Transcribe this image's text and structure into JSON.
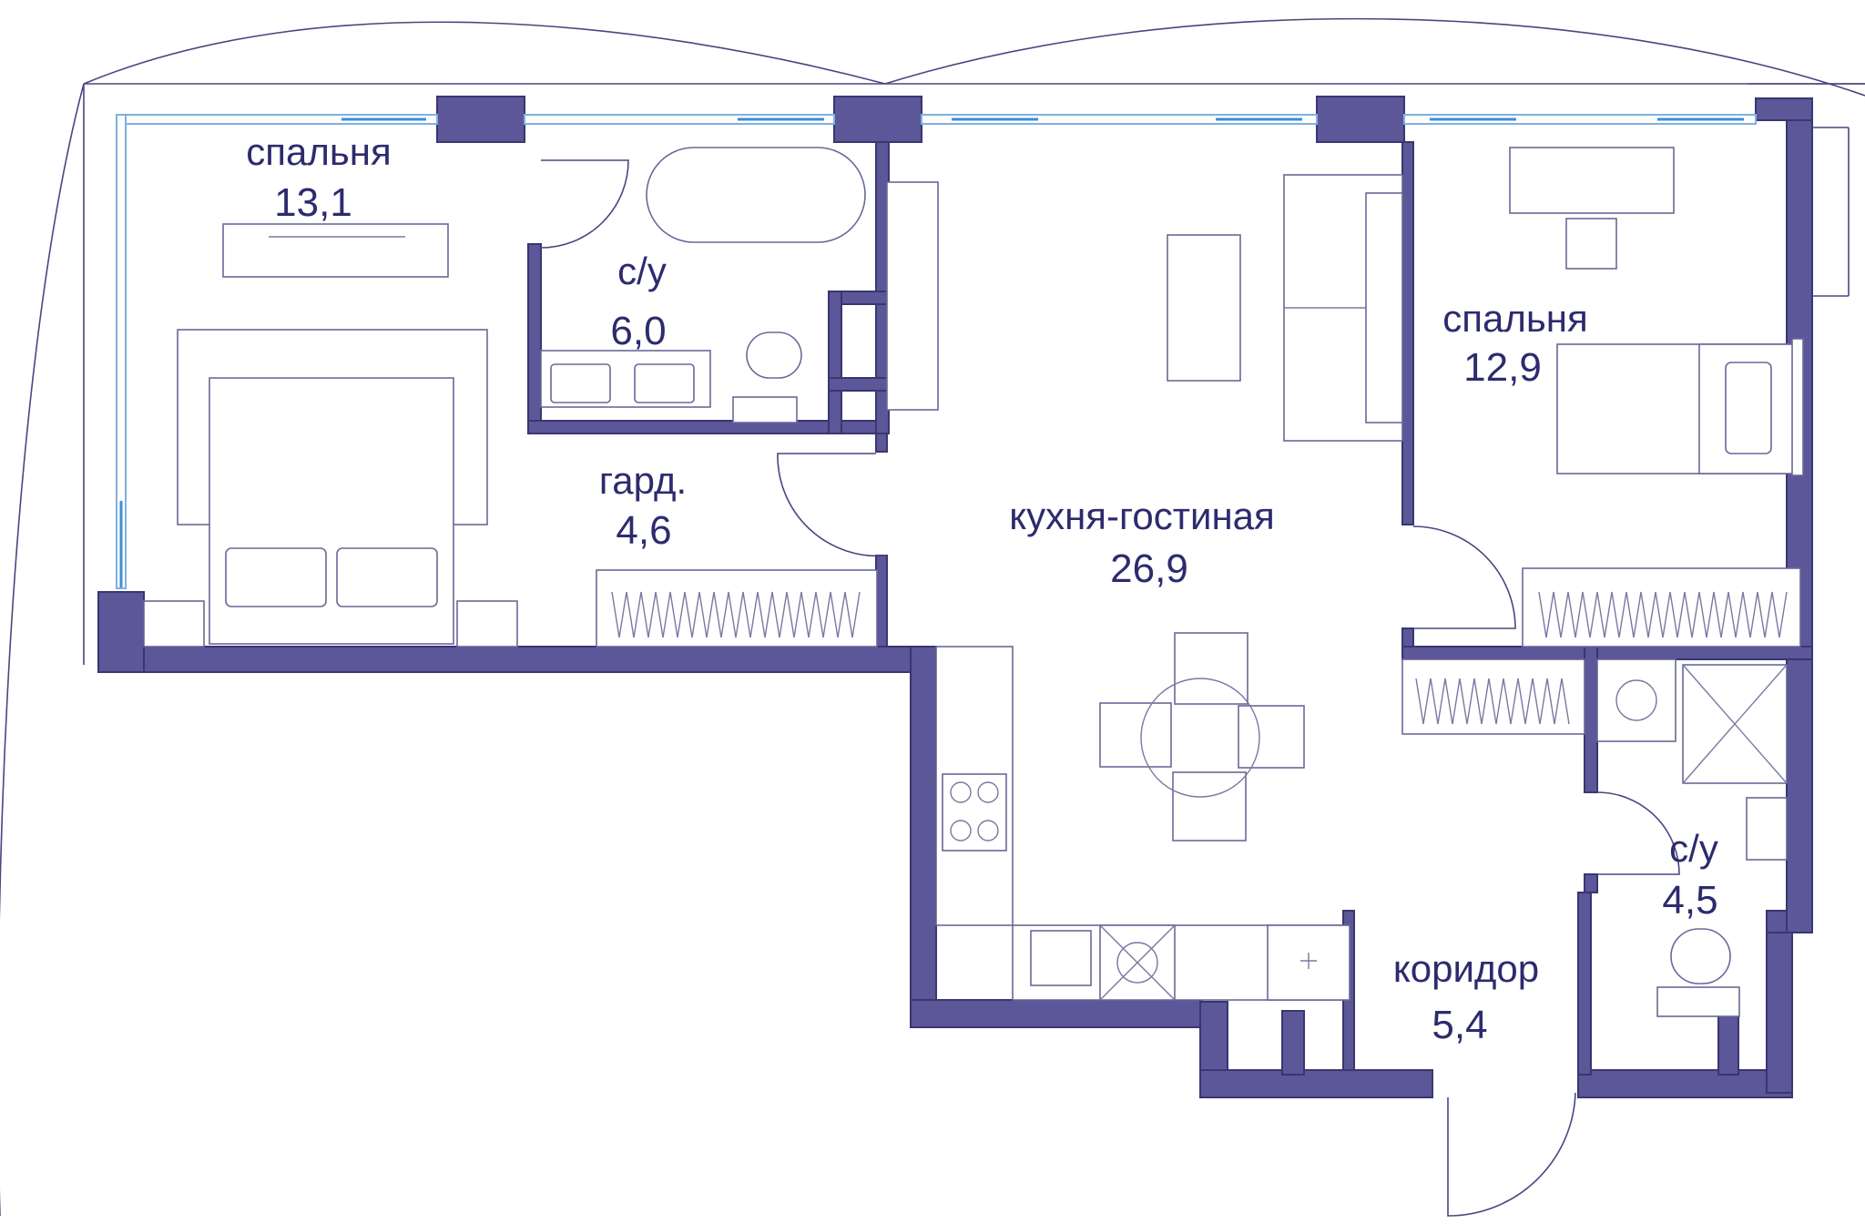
{
  "rooms": [
    {
      "name": "спальня",
      "area": "13,1"
    },
    {
      "name": "с/у",
      "area": "6,0"
    },
    {
      "name": "гард.",
      "area": "4,6"
    },
    {
      "name": "кухня-гостиная",
      "area": "26,9"
    },
    {
      "name": "спальня",
      "area": "12,9"
    },
    {
      "name": "с/у",
      "area": "4,5"
    },
    {
      "name": "коридор",
      "area": "5,4"
    }
  ],
  "colors": {
    "wall": "#5b5798",
    "text": "#2d2b6e",
    "window": "#3b8fd8"
  }
}
